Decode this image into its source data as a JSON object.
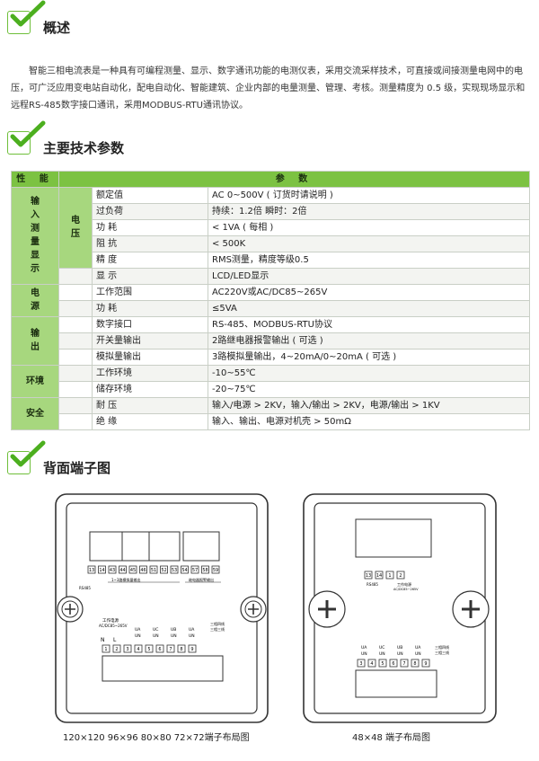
{
  "sections": {
    "overview": {
      "title": "概述"
    },
    "specs": {
      "title": "主要技术参数"
    },
    "terminals": {
      "title": "背面端子图"
    }
  },
  "intro": {
    "paragraph": "智能三相电流表是一种具有可编程测量、显示、数字通讯功能的电测仪表，采用交流采样技术，可直接或间接测量电网中的电压，可广泛应用变电站自动化，配电自动化、智能建筑、企业内部的电量测量、管理、考核。测量精度为 0.5 级，实现现场显示和远程RS-485数字接口通讯，采用MODBUS-RTU通讯协议。"
  },
  "table": {
    "header": {
      "performance": "性 能",
      "parameters": "参 数"
    },
    "groups": {
      "input": "输入测量显示",
      "voltage": "电压",
      "power": "电源",
      "output": "输出",
      "env": "环境",
      "safety": "安全"
    },
    "rows": [
      {
        "item": "额定值",
        "value": "AC 0~500V ( 订货时请说明 )"
      },
      {
        "item": "过负荷",
        "value": "持续：1.2倍  瞬时：2倍"
      },
      {
        "item": "功    耗",
        "value": "< 1VA ( 每相 )"
      },
      {
        "item": "阻    抗",
        "value": "< 500K"
      },
      {
        "item": "精    度",
        "value": "RMS测量，精度等级0.5"
      },
      {
        "item": "显    示",
        "value": "LCD/LED显示"
      },
      {
        "item": "工作范围",
        "value": "AC220V或AC/DC85~265V"
      },
      {
        "item": "功    耗",
        "value": "≤5VA"
      },
      {
        "item": "数字接口",
        "value": "RS-485、MODBUS-RTU协议"
      },
      {
        "item": "开关量输出",
        "value": "2路继电器报警输出 ( 可选 )"
      },
      {
        "item": "模拟量输出",
        "value": "3路模拟量输出，4~20mA/0~20mA ( 可选 )"
      },
      {
        "item": "工作环境",
        "value": "-10~55℃"
      },
      {
        "item": "储存环境",
        "value": "-20~75℃"
      },
      {
        "item": "耐    压",
        "value": "输入/电源 > 2KV，输入/输出 > 2KV，电源/输出 > 1KV"
      },
      {
        "item": "绝    缘",
        "value": "输入、输出、电源对机壳 > 50mΩ"
      }
    ]
  },
  "diagram_left": {
    "caption": "120×120  96×96  80×80  72×72端子布局图",
    "top_terminals": [
      "13",
      "14",
      "43",
      "44",
      "45",
      "46",
      "51",
      "52",
      "53",
      "54",
      "57",
      "58",
      "59"
    ],
    "rs485_label": "RS485",
    "analog_label": "1~3路模拟量输出",
    "relay_label": "继电器报警输出",
    "power_label": "工作电源",
    "power_range": "AC/DC85~265V",
    "bottom_top_labels": [
      "UA",
      "UC",
      "UB",
      "UA"
    ],
    "bottom_sub_labels": [
      "UN",
      "UN",
      "UN",
      "UN"
    ],
    "mode_labels": [
      "三相四线",
      "三相三线"
    ],
    "nl": [
      "N",
      "L"
    ],
    "bottom_terminals": [
      "1",
      "2",
      "3",
      "4",
      "5",
      "6",
      "7",
      "8",
      "9"
    ]
  },
  "diagram_right": {
    "caption": "48×48 端子布局图",
    "top_terminals": [
      "13",
      "14",
      "1",
      "2"
    ],
    "rs485_label": "RS485",
    "power_label": "工作电源",
    "power_range": "AC/DC85~265V",
    "bottom_top_labels": [
      "UA",
      "UC",
      "UB",
      "UA"
    ],
    "bottom_sub_labels": [
      "UN",
      "UN",
      "UN",
      "UN"
    ],
    "mode_labels": [
      "三相四线",
      "三相三线"
    ],
    "bottom_terminals": [
      "3",
      "4",
      "5",
      "6",
      "7",
      "8",
      "9"
    ]
  },
  "colors": {
    "accent_green": "#7cc242",
    "light_green": "#a7d77e",
    "check_green": "#4caf1f"
  },
  "icons": {
    "section_check": "check-icon",
    "mount_screw": "screw-icon"
  }
}
